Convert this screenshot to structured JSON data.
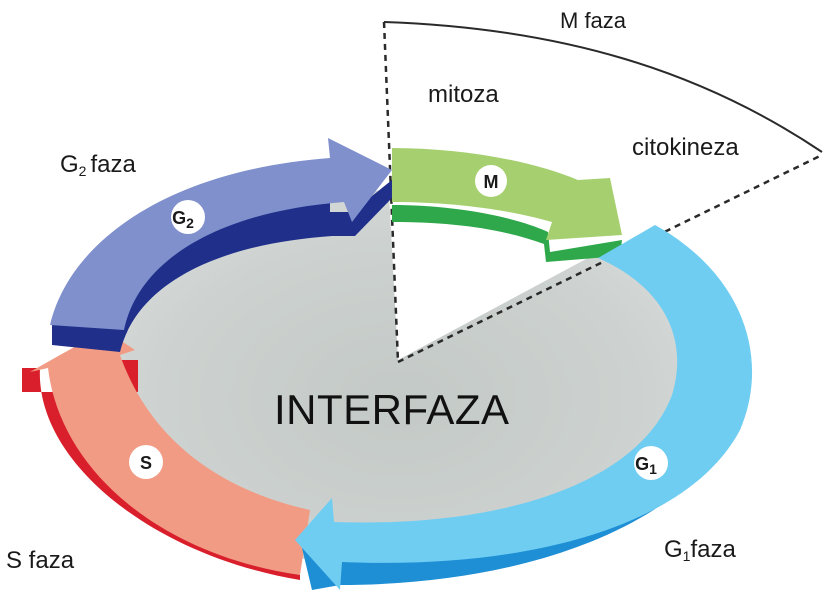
{
  "diagram": {
    "center_label": "INTERFAZA",
    "arc": {
      "m_faza": "M faza",
      "mitoza": "mitoza",
      "citokineza": "citokineza"
    },
    "phases": {
      "m": {
        "badge": "M",
        "color_light": "#a6d070",
        "color_dark": "#2ea84a"
      },
      "g1": {
        "badge_main": "G",
        "badge_sub": "1",
        "label_main": "G",
        "label_sub": "1",
        "label_rest": "faza",
        "color_light": "#6fcdf2",
        "color_dark": "#1e8fd4"
      },
      "s": {
        "badge": "S",
        "label": "S faza",
        "color_light": "#f29a82",
        "color_dark": "#d81e2a"
      },
      "g2": {
        "badge_main": "G",
        "badge_sub": "2",
        "label_main": "G",
        "label_sub": "2",
        "label_rest": "faza",
        "color_light": "#7f90cc",
        "color_dark": "#1f2f8a"
      }
    }
  }
}
